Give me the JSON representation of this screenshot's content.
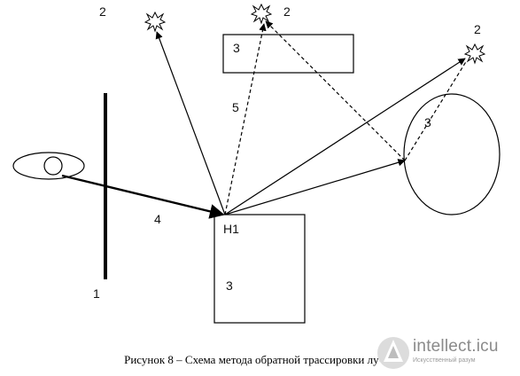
{
  "figure": {
    "labels": {
      "light_top_left": "2",
      "light_top_middle": "2",
      "light_top_right": "2",
      "object_upper_rect": "3",
      "object_ellipse": "3",
      "object_lower_rect": "3",
      "screen": "1",
      "primary_ray": "4",
      "shadow_ray": "5",
      "hit_point": "H1"
    },
    "caption": "Рисунок 8 – Схема метода обратной трассировки лучей"
  },
  "watermark": {
    "logo_text": "intellect.icu",
    "tagline": "Искусственный разум"
  },
  "colors": {
    "ink": "#000000",
    "watermark_gray": "#8a8a8a",
    "watermark_blue": "#2a9fd8"
  },
  "icons": [
    "light-source-burst-icon",
    "eye-icon",
    "intellect-logo-icon"
  ]
}
